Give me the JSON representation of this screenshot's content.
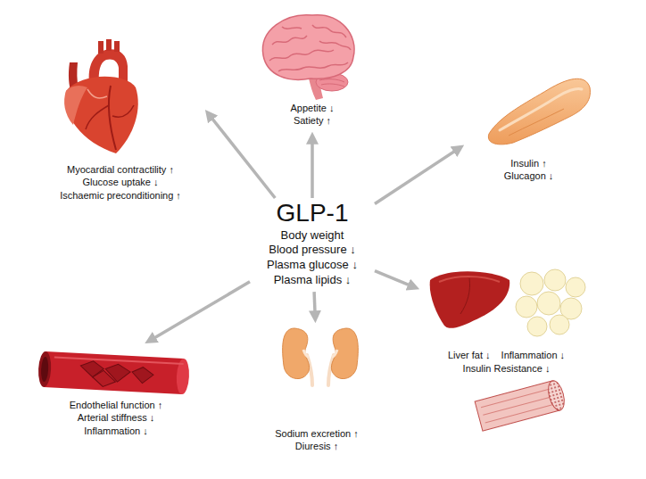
{
  "diagram": {
    "nodes": [
      {
        "text": [
          "GLP-1",
          "Body weight",
          "Blood pressure ↓",
          "Plasma glucose ↓",
          "Plasma lipids ↓"
        ]
      },
      {
        "text": [
          "Myocardial contractility ↑",
          "Glucose uptake ↓",
          "Ischaemic preconditioning ↑"
        ]
      },
      {
        "text": [
          "Appetite ↓",
          "Satiety ↑"
        ]
      },
      {
        "text": [
          "Insulin ↑",
          "Glucagon ↓"
        ]
      },
      {
        "text": [
          "Endothelial function ↑",
          "Arterial stiffness ↓",
          "Inflammation ↓"
        ]
      },
      {
        "text": [
          "Sodium excretion ↑",
          "Diuresis ↑"
        ]
      },
      {
        "text": [
          "Liver fat ↓",
          "Inflammation ↓",
          "Insulin Resistance ↓"
        ]
      }
    ],
    "edges": [
      {
        "from": 0,
        "to": 1,
        "arrow": "to"
      },
      {
        "from": 0,
        "to": 2,
        "arrow": "to"
      },
      {
        "from": 0,
        "to": 3,
        "arrow": "to"
      },
      {
        "from": 0,
        "to": 4,
        "arrow": "to"
      },
      {
        "from": 0,
        "to": 5,
        "arrow": "to"
      },
      {
        "from": 0,
        "to": 6,
        "arrow": "to"
      }
    ]
  }
}
